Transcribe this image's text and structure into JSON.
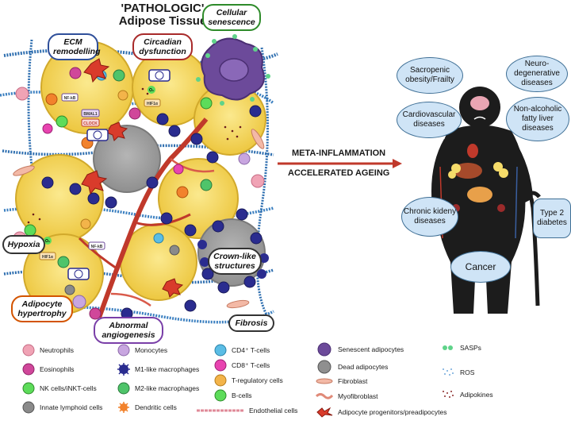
{
  "title": {
    "line1": "'PATHOLOGIC'",
    "line2": "Adipose Tissue"
  },
  "callouts": {
    "ecm": "ECM remodelling",
    "circadian": "Circadian dysfunction",
    "senescence": "Cellular senescence",
    "hypoxia": "Hypoxia",
    "hypertrophy": "Adipocyte hypertrophy",
    "angiogenesis": "Abnormal angiogenesis",
    "crown": "Crown-like structures",
    "fibrosis": "Fibrosis"
  },
  "molecular_labels": {
    "nfkb": "NF-kB",
    "bmal1": "BMAL1",
    "clock": "CLOCK",
    "hif1a": "HIF1α",
    "o2": "O₂"
  },
  "arrow_labels": {
    "line1": "META-INFLAMMATION",
    "line2": "ACCELERATED AGEING"
  },
  "diseases": {
    "sarcopenic": "Sacropenic obesity/Frailty",
    "neuro": "Neuro-degenerative diseases",
    "cardio": "Cardiovascular diseases",
    "nafld": "Non-alcoholic fatty liver diseases",
    "ckd": "Chronic kideny diseases",
    "t2d": "Type 2 diabetes",
    "cancer": "Cancer"
  },
  "legend": {
    "neutrophils": "Neutrophils",
    "eosinophils": "Eosinophils",
    "nk": "NK cells/iNKT-cells",
    "ilc": "Innate lymphoid cells",
    "monocytes": "Monocytes",
    "m1": "M1-like macrophages",
    "m2": "M2-like macrophages",
    "dendritic": "Dendritic cells",
    "cd4": "CD4⁺ T-cells",
    "cd8": "CD8⁺ T-cells",
    "treg": "T-regulatory cells",
    "bcells": "B-cells",
    "endothelial": "Endothelial cells",
    "senescent": "Senescent adipocytes",
    "dead": "Dead adipocytes",
    "fibroblast": "Fibroblast",
    "myofibroblast": "Myofibroblast",
    "progenitors": "Adipocyte progenitors/preadipocytes",
    "sasps": "SASPs",
    "ros": "ROS",
    "adipokines": "Adipokines"
  },
  "colors": {
    "adipocyte": "#f6dc6a",
    "dead": "#a6a6a6",
    "m1": "#2a2c8f",
    "m2": "#4fc46a",
    "neutrophil": "#f0a3b5",
    "eosinophil": "#d0479a",
    "nk": "#5ddc5a",
    "dendritic": "#f2822c",
    "cd4": "#5bbde5",
    "cd8": "#e844b0",
    "treg": "#f3b44a",
    "monocyte": "#c8a6e0",
    "senescent": "#6c4a9a",
    "vessel": "#c0392b",
    "fiber": "#2f6fb0",
    "oval_fill": "#cfe4f6",
    "silhouette": "#1c1c1c"
  }
}
